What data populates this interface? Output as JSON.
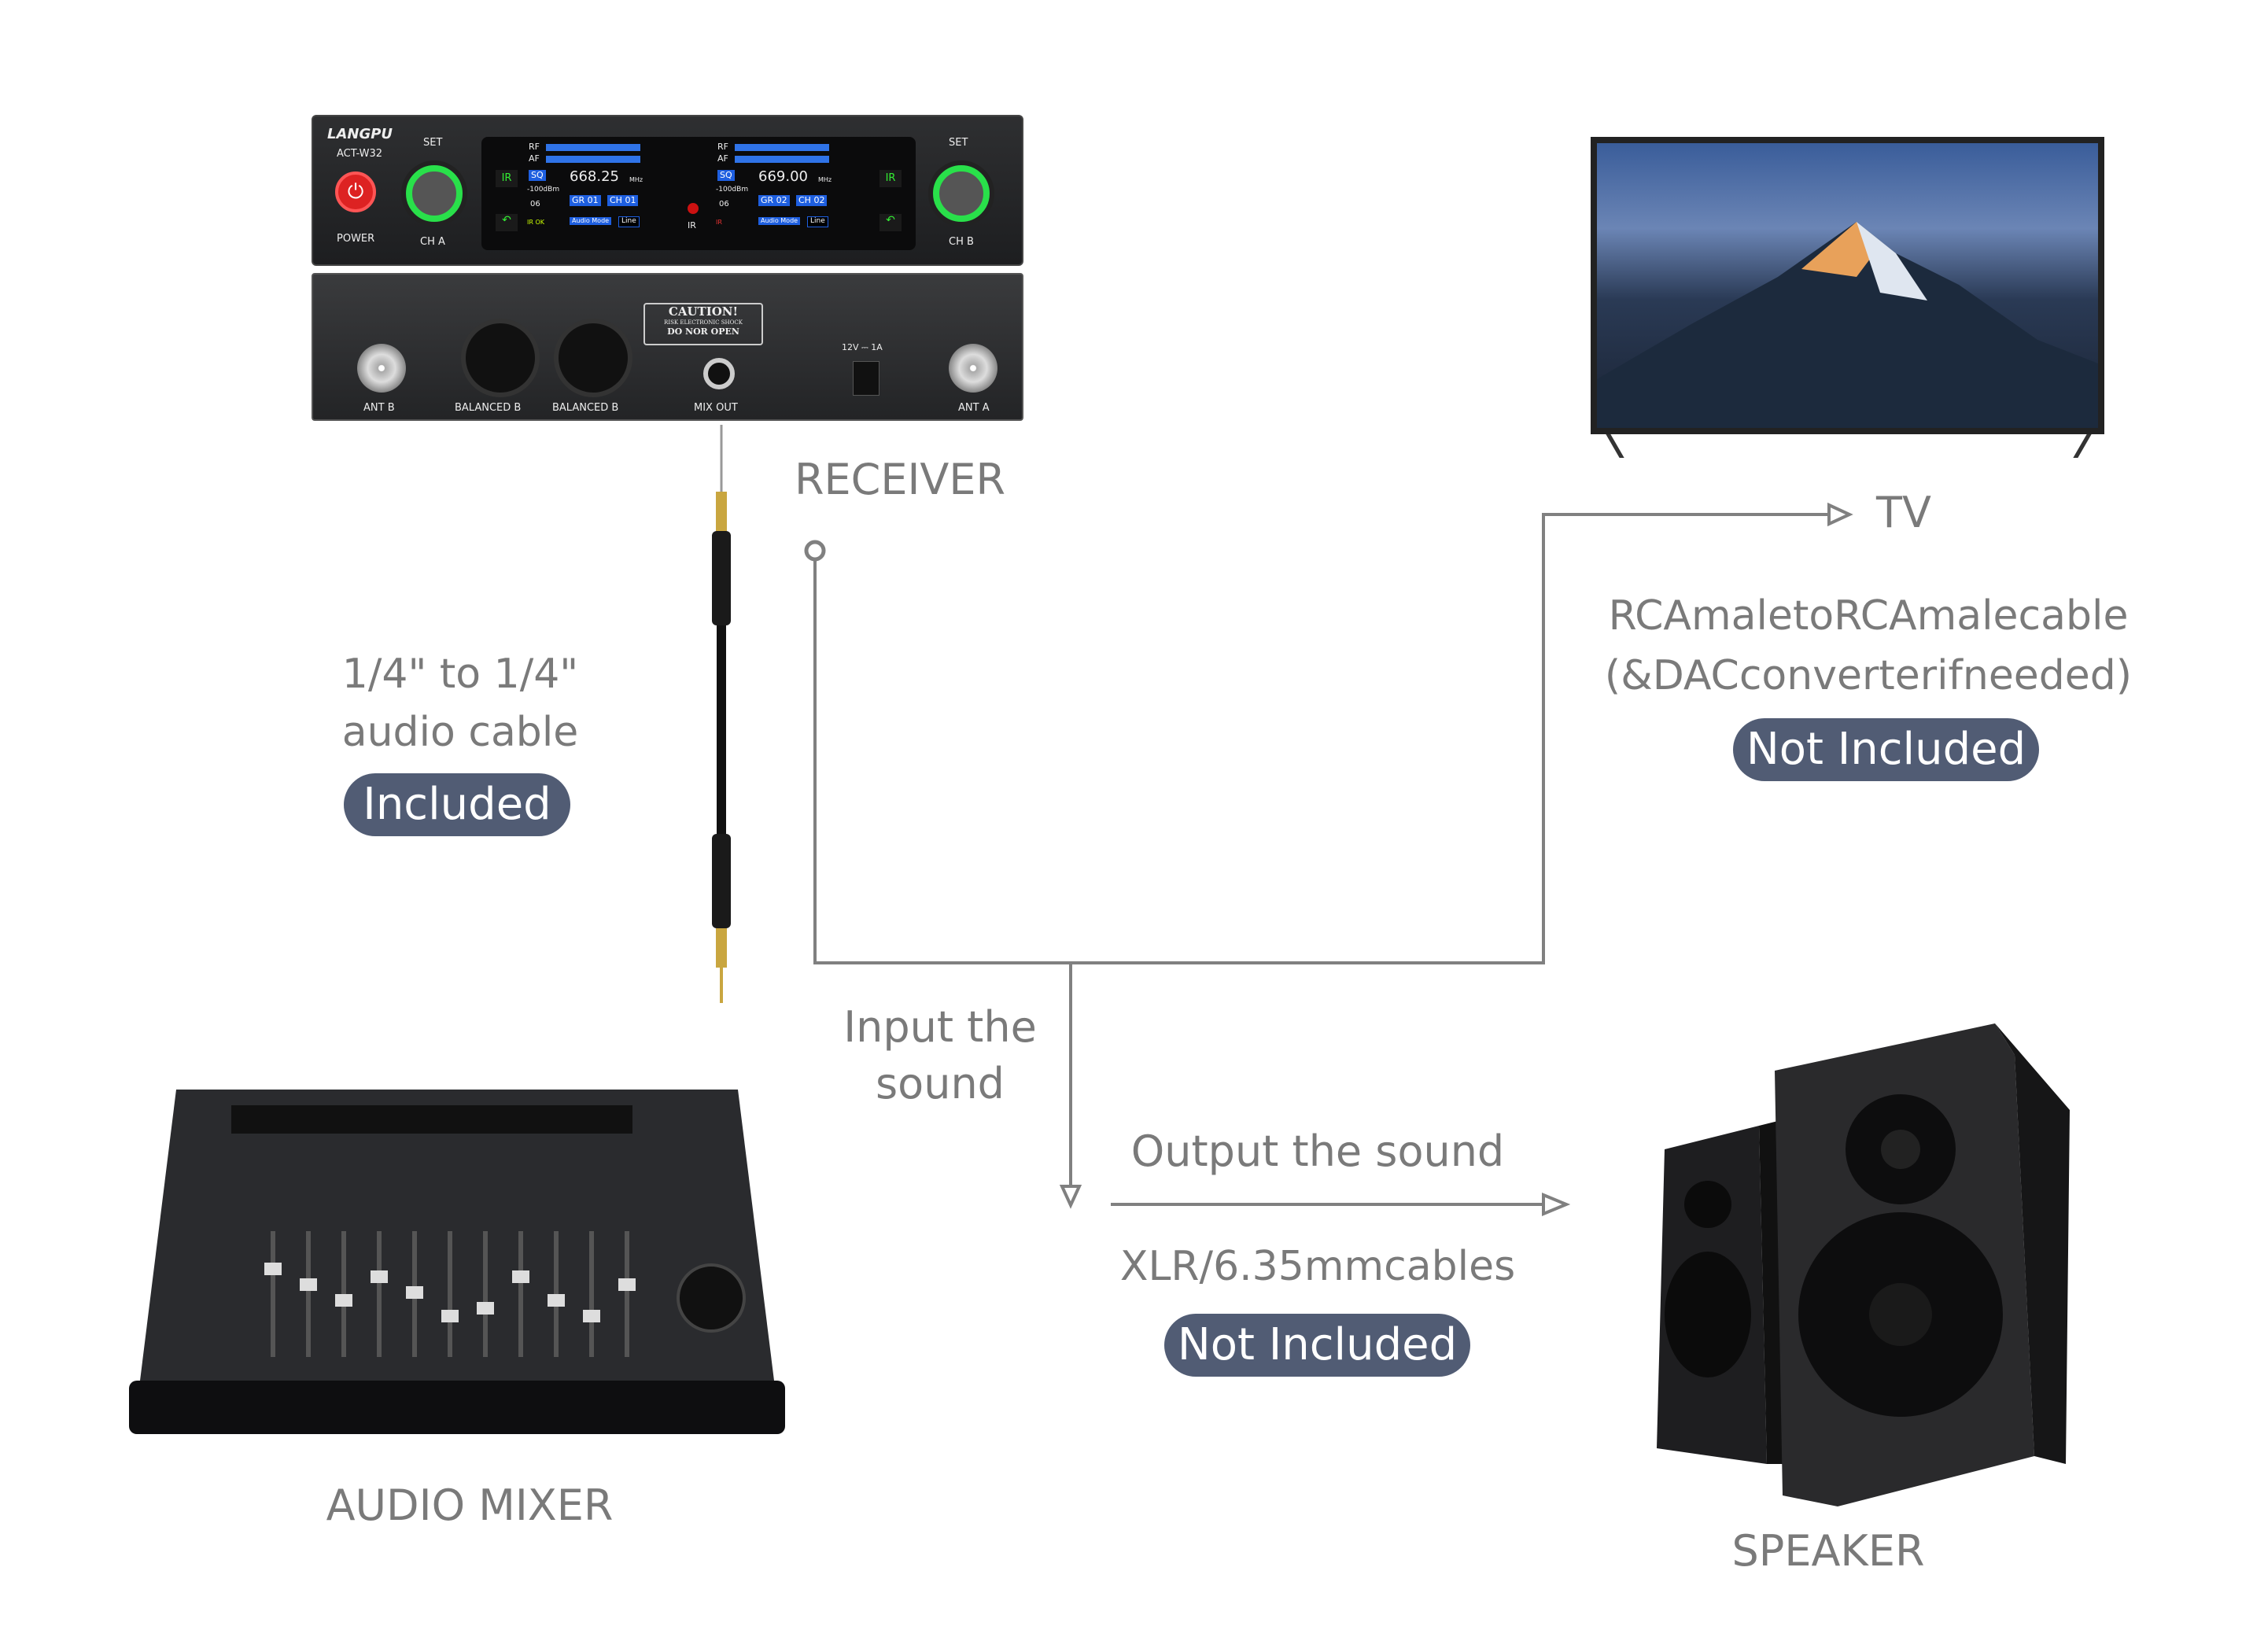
{
  "receiver": {
    "label": "RECEIVER",
    "brand": "LANGPU",
    "model": "ACT-W32",
    "power_label": "POWER",
    "set_label": "SET",
    "cha_label": "CH A",
    "chb_label": "CH B",
    "ir_label": "IR",
    "ch_a": {
      "rf": "RF",
      "af": "AF",
      "sq": "SQ",
      "dbm": "-100dBm",
      "freq": "668.25",
      "unit": "MHz",
      "gr": "GR 01",
      "ch": "CH 01",
      "vol": "06",
      "mode": "Audio Mode",
      "mode_val": "Line",
      "ir_ok": "IR OK"
    },
    "ch_b": {
      "rf": "RF",
      "af": "AF",
      "sq": "SQ",
      "dbm": "-100dBm",
      "freq": "669.00",
      "unit": "MHz",
      "gr": "GR 02",
      "ch": "CH 02",
      "vol": "06",
      "mode": "Audio Mode",
      "mode_val": "Line",
      "ir": "IR"
    },
    "back": {
      "ant_b": "ANT B",
      "bal1": "BALANCED B",
      "bal2": "BALANCED B",
      "mix_out": "MIX OUT",
      "ant_a": "ANT A",
      "power_spec": "12V ⎓ 1A",
      "caution": "CAUTION!",
      "caution_sub": "RISK ELECTRONIC SHOCK",
      "caution_sub2": "DO NOR OPEN"
    }
  },
  "cable": {
    "line1": "1/4\" to 1/4\"",
    "line2": "audio cable",
    "badge": "Included"
  },
  "tv": {
    "label": "TV",
    "line1": "RCAmaletoRCAmalecable",
    "line2": "(&DACconverterifneeded)",
    "badge": "Not Included"
  },
  "input": {
    "line1": "Input the",
    "line2": "sound"
  },
  "output": {
    "label": "Output the sound",
    "cable": "XLR/6.35mmcables",
    "badge": "Not Included"
  },
  "mixer": {
    "label": "AUDIO MIXER"
  },
  "speaker": {
    "label": "SPEAKER"
  },
  "colors": {
    "badge": "#515c74",
    "text": "#7a7a7a",
    "line": "#808080"
  }
}
